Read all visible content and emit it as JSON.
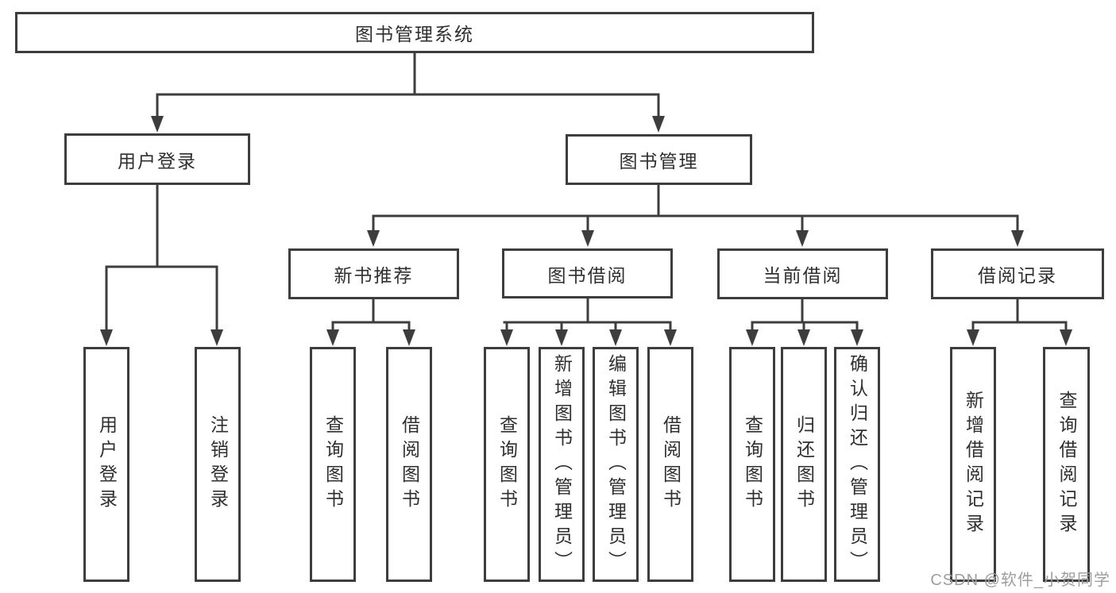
{
  "watermark": "CSDN @软件_小贺同学",
  "tree": {
    "root": {
      "label": "图书管理系统"
    },
    "branches": [
      {
        "label": "用户登录",
        "leaves": [
          {
            "label": "用户登录"
          },
          {
            "label": "注销登录"
          }
        ]
      },
      {
        "label": "图书管理",
        "sections": [
          {
            "label": "新书推荐",
            "leaves": [
              {
                "label": "查询图书"
              },
              {
                "label": "借阅图书"
              }
            ]
          },
          {
            "label": "图书借阅",
            "leaves": [
              {
                "label": "查询图书"
              },
              {
                "label": "新增图书（管理员）"
              },
              {
                "label": "编辑图书（管理员）"
              },
              {
                "label": "借阅图书"
              }
            ]
          },
          {
            "label": "当前借阅",
            "leaves": [
              {
                "label": "查询图书"
              },
              {
                "label": "归还图书"
              },
              {
                "label": "确认归还（管理员）"
              }
            ]
          },
          {
            "label": "借阅记录",
            "leaves": [
              {
                "label": "新增借阅记录"
              },
              {
                "label": "查询借阅记录"
              }
            ]
          }
        ]
      }
    ]
  },
  "colors": {
    "line": "#3d3d3d",
    "text": "#2f2f2f",
    "watermark": "#9e9e9e",
    "bg": "#ffffff"
  }
}
